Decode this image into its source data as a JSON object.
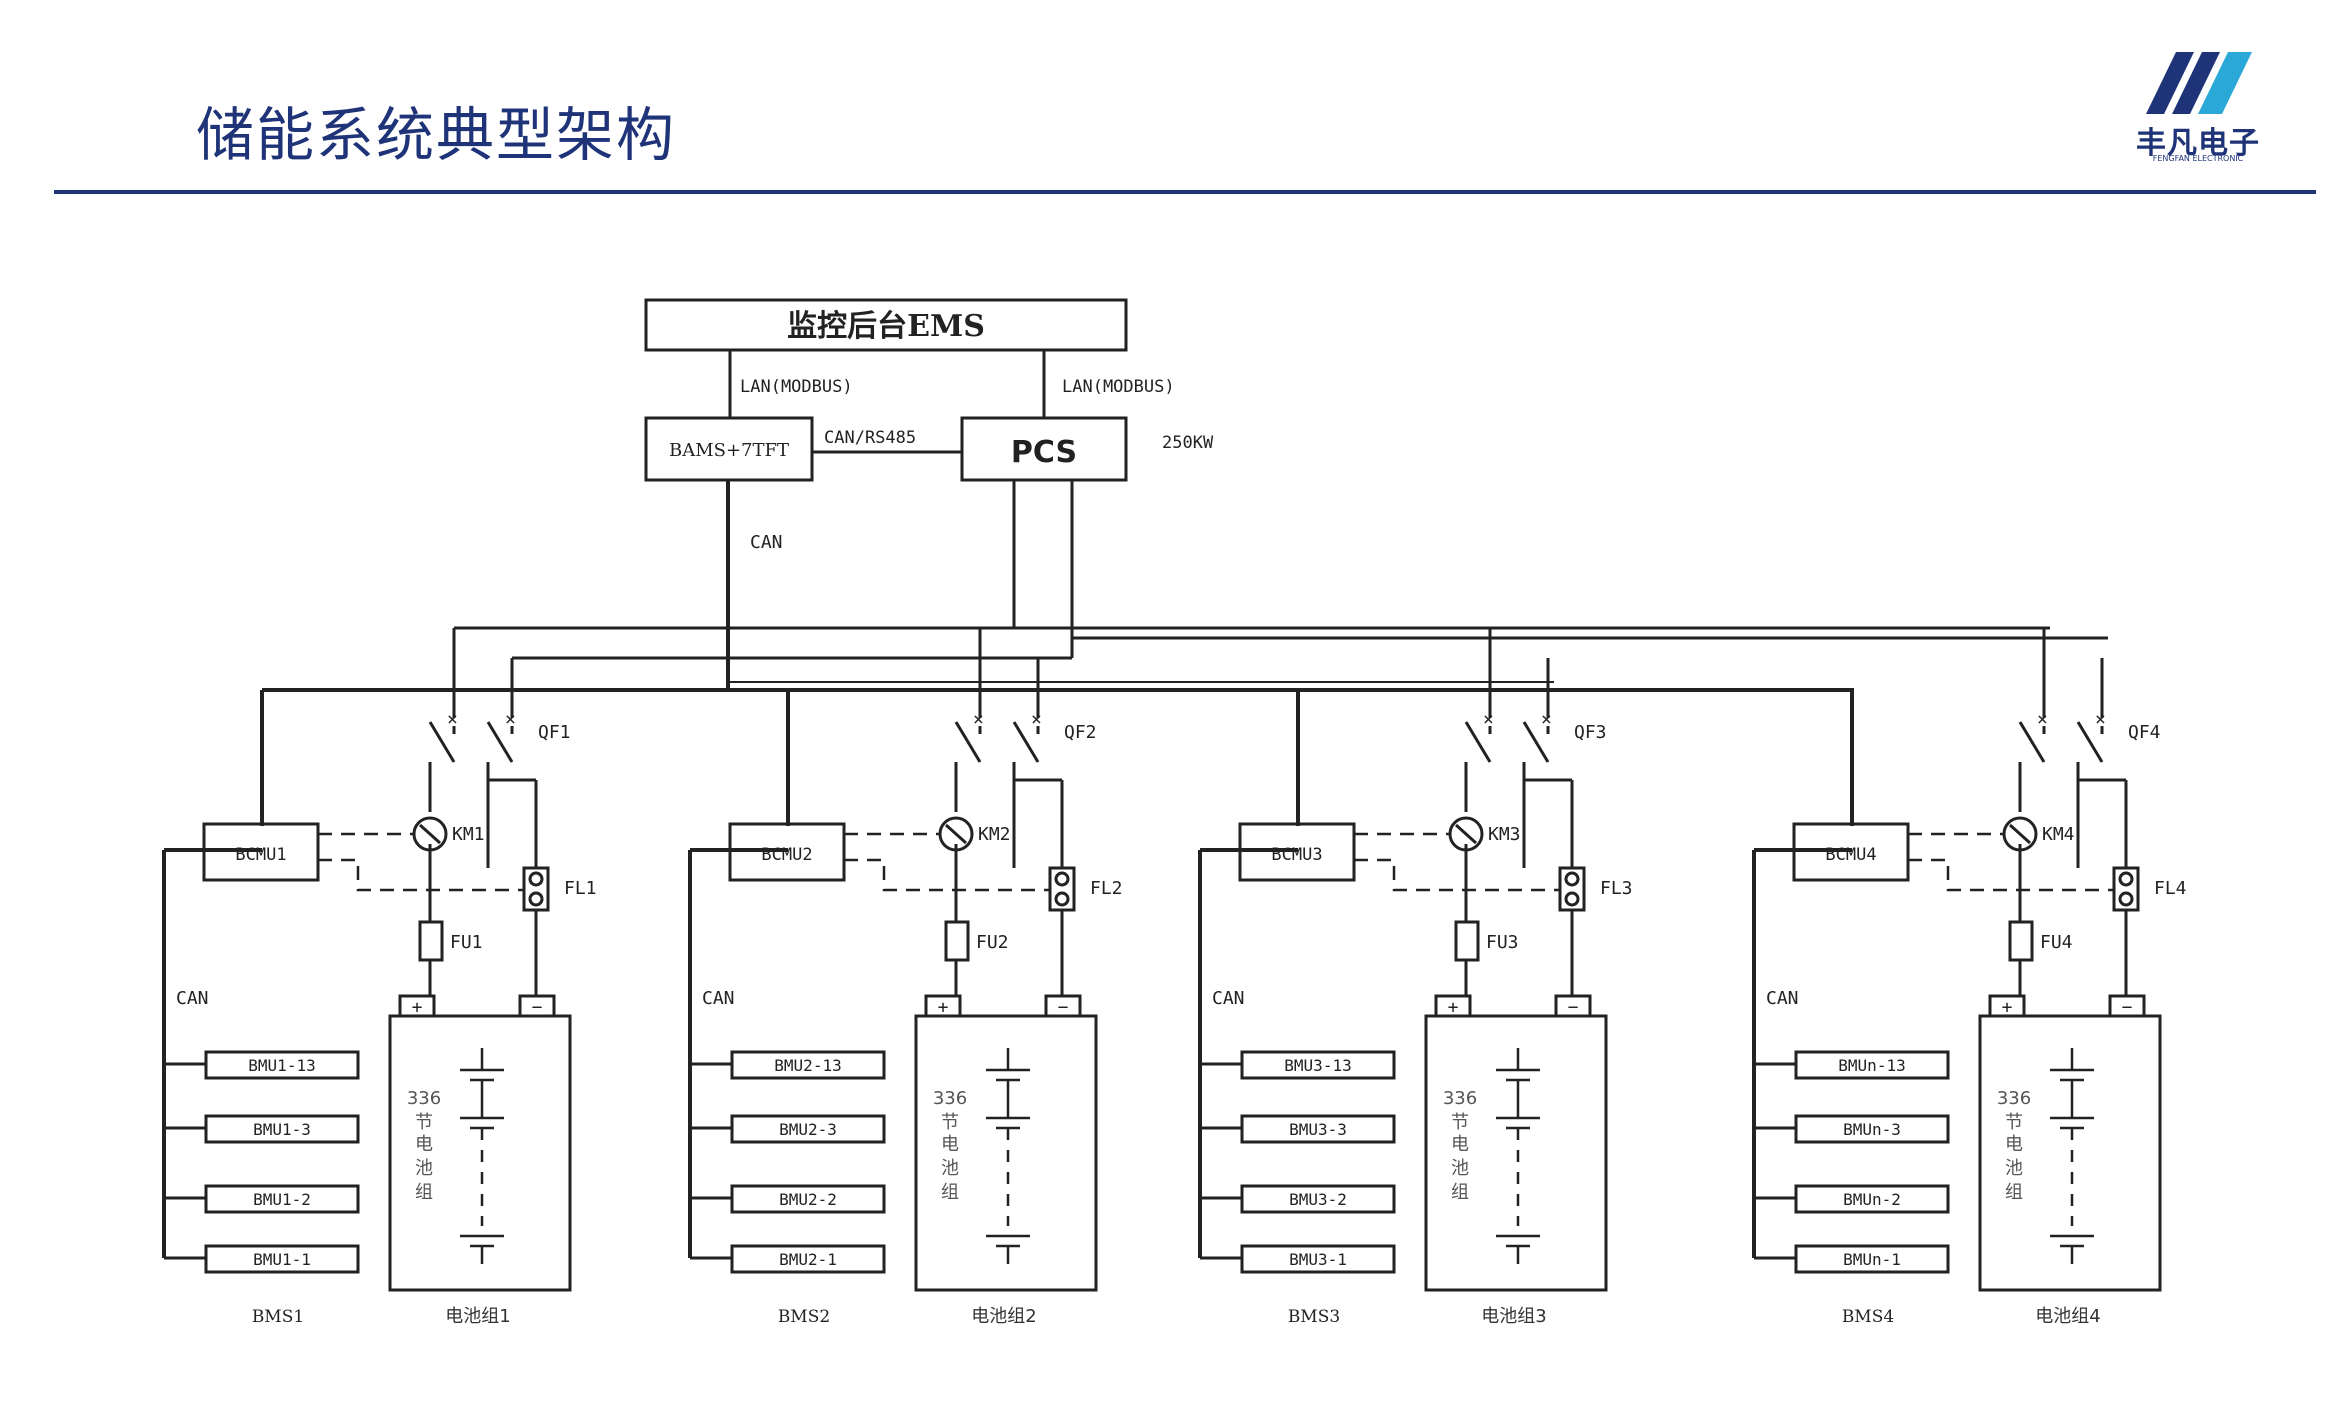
{
  "title": "储能系统典型架构",
  "logo": {
    "name": "丰凡电子",
    "subtitle": "FENGFAN ELECTRONIC"
  },
  "top": {
    "ems": "监控后台EMS",
    "lan_left": "LAN(MODBUS)",
    "lan_right": "LAN(MODBUS)",
    "bams": "BAMS+7TFT",
    "can_rs485": "CAN/RS485",
    "pcs": "PCS",
    "pcs_power": "250KW",
    "can_main": "CAN"
  },
  "groups": [
    {
      "qf": "QF1",
      "bcmu": "BCMU1",
      "km": "KM1",
      "fl": "FL1",
      "fu": "FU1",
      "can": "CAN",
      "bmus": [
        "BMU1-13",
        "BMU1-3",
        "BMU1-2",
        "BMU1-1"
      ],
      "cells": [
        "336",
        "节",
        "电",
        "池",
        "组"
      ],
      "plus": "+",
      "minus": "−",
      "bms": "BMS1",
      "pack": "电池组1"
    },
    {
      "qf": "QF2",
      "bcmu": "BCMU2",
      "km": "KM2",
      "fl": "FL2",
      "fu": "FU2",
      "can": "CAN",
      "bmus": [
        "BMU2-13",
        "BMU2-3",
        "BMU2-2",
        "BMU2-1"
      ],
      "cells": [
        "336",
        "节",
        "电",
        "池",
        "组"
      ],
      "plus": "+",
      "minus": "−",
      "bms": "BMS2",
      "pack": "电池组2"
    },
    {
      "qf": "QF3",
      "bcmu": "BCMU3",
      "km": "KM3",
      "fl": "FL3",
      "fu": "FU3",
      "can": "CAN",
      "bmus": [
        "BMU3-13",
        "BMU3-3",
        "BMU3-2",
        "BMU3-1"
      ],
      "cells": [
        "336",
        "节",
        "电",
        "池",
        "组"
      ],
      "plus": "+",
      "minus": "−",
      "bms": "BMS3",
      "pack": "电池组3"
    },
    {
      "qf": "QF4",
      "bcmu": "BCMU4",
      "km": "KM4",
      "fl": "FL4",
      "fu": "FU4",
      "can": "CAN",
      "bmus": [
        "BMUn-13",
        "BMUn-3",
        "BMUn-2",
        "BMUn-1"
      ],
      "cells": [
        "336",
        "节",
        "电",
        "池",
        "组"
      ],
      "plus": "+",
      "minus": "−",
      "bms": "BMS4",
      "pack": "电池组4"
    }
  ],
  "colors": {
    "title": "#1f3478",
    "logo_light": "#2aa9d8",
    "line": "#222222"
  }
}
